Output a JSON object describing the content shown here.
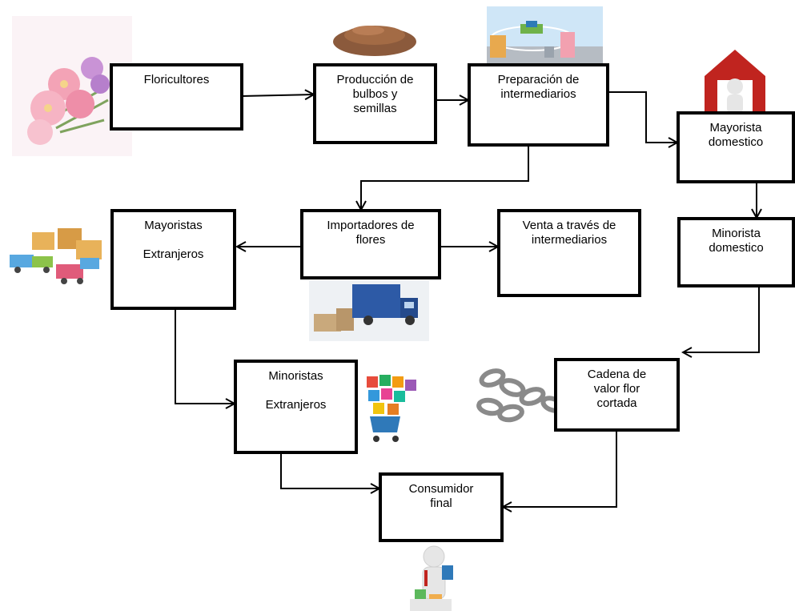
{
  "nodes": {
    "floricultores": "Floricultores",
    "produccion": [
      "Producción de",
      "bulbos y",
      "semillas"
    ],
    "preparacion": [
      "Preparación de",
      "intermediarios"
    ],
    "mayorista_domestico": [
      "Mayorista",
      "domestico"
    ],
    "minorista_domestico": [
      "Minorista",
      "domestico"
    ],
    "importadores": [
      "Importadores de",
      "flores"
    ],
    "venta": [
      "Venta a través de",
      "intermediarios"
    ],
    "mayoristas_extranjeros": [
      "Mayoristas",
      "Extranjeros"
    ],
    "minoristas_extranjeros": [
      "Minoristas",
      "Extranjeros"
    ],
    "cadena": [
      "Cadena de",
      "valor flor",
      "cortada"
    ],
    "consumidor": [
      "Consumidor",
      "final"
    ]
  },
  "icons": [
    "flower-icon",
    "seeds-icon",
    "network-icon",
    "house-person-icon",
    "trucks-icon",
    "delivery-truck-icon",
    "shopping-cart-icon",
    "chain-icon",
    "shopper-icon"
  ]
}
